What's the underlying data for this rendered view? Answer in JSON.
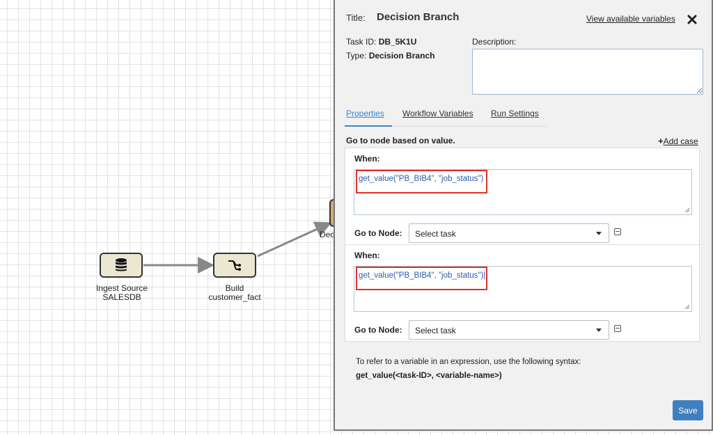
{
  "canvas": {
    "nodes": [
      {
        "label_line1": "Ingest Source",
        "label_line2": "SALESDB",
        "icon": "database-icon"
      },
      {
        "label_line1": "Build",
        "label_line2": "customer_fact",
        "icon": "branch-icon"
      },
      {
        "label_line1": "Dec",
        "label_line2": "",
        "icon": ""
      }
    ]
  },
  "panel": {
    "title_label": "Title:",
    "title": "Decision Branch",
    "view_variables_link": "View available variables",
    "task_id_label": "Task ID:",
    "task_id": "DB_5K1U",
    "type_label": "Type:",
    "type": "Decision Branch",
    "description_label": "Description:",
    "description_value": "",
    "tabs": [
      {
        "label": "Properties",
        "active": true
      },
      {
        "label": "Workflow Variables",
        "active": false
      },
      {
        "label": "Run Settings",
        "active": false
      }
    ],
    "goto_heading": "Go to node based on value.",
    "add_case_plus": "+",
    "add_case_label": "Add case",
    "cases": [
      {
        "when_label": "When:",
        "expression": "get_value(\"PB_BIB4\", \"job_status\")",
        "goto_label": "Go to Node:",
        "select_value": "Select task"
      },
      {
        "when_label": "When:",
        "expression": "get_value(\"PB_BIB4\", \"job_status\")|",
        "goto_label": "Go to Node:",
        "select_value": "Select task"
      }
    ],
    "hint_text": "To refer to a variable in an expression, use the following syntax:",
    "hint_syntax": "get_value(<task-ID>, <variable-name>)",
    "save_label": "Save"
  },
  "colors": {
    "accent": "#3a86c8",
    "save_button": "#3f7fbf",
    "highlight": "#e0302a",
    "node_fill": "#ece7d2",
    "expression_text": "#2a5db0"
  }
}
